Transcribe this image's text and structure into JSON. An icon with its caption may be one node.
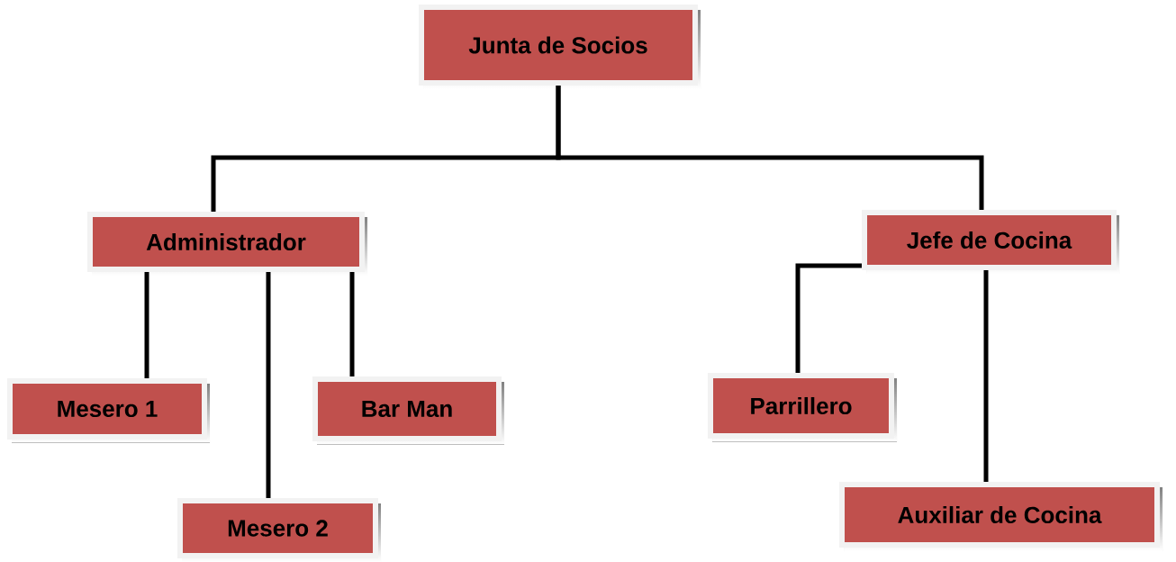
{
  "diagram": {
    "nodes": [
      {
        "text": [
          "Junta de Socios"
        ]
      },
      {
        "text": [
          "Administrador"
        ]
      },
      {
        "text": [
          "Jefe de Cocina"
        ]
      },
      {
        "text": [
          "Mesero 1"
        ]
      },
      {
        "text": [
          "Bar Man"
        ]
      },
      {
        "text": [
          "Parrillero"
        ]
      },
      {
        "text": [
          "Mesero  2"
        ]
      },
      {
        "text": [
          "Auxiliar de Cocina"
        ]
      }
    ],
    "edges": [
      {
        "from": 0,
        "to": 1,
        "arrow": "none"
      },
      {
        "from": 0,
        "to": 2,
        "arrow": "none"
      },
      {
        "from": 1,
        "to": 3,
        "arrow": "none"
      },
      {
        "from": 1,
        "to": 6,
        "arrow": "none"
      },
      {
        "from": 1,
        "to": 4,
        "arrow": "none"
      },
      {
        "from": 2,
        "to": 5,
        "arrow": "none"
      },
      {
        "from": 2,
        "to": 7,
        "arrow": "none"
      }
    ]
  }
}
